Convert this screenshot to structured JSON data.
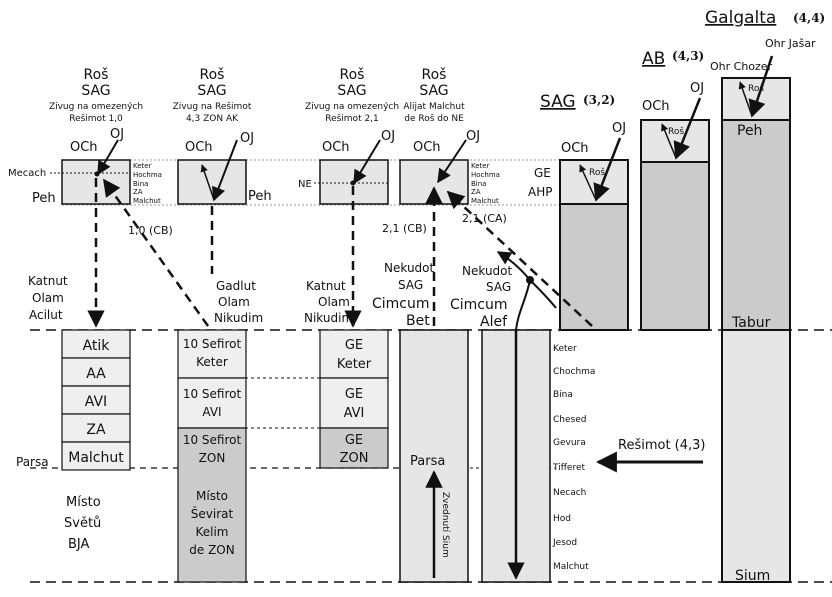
{
  "titles": {
    "galgalta": "Galgalta",
    "galgalta_num": "(4,4)",
    "ab": "AB",
    "ab_num": "(4,3)",
    "sag": "SAG",
    "sag_num": "(3,2)"
  },
  "labels": {
    "ros": "Roš",
    "sag": "SAG",
    "och": "OCh",
    "oj": "OJ",
    "peh": "Peh",
    "tabur": "Tabur",
    "sium": "Sium",
    "parsa": "Parsa",
    "mecach": "Mecach",
    "ne": "NE",
    "ge": "GE",
    "ahp": "AHP",
    "ohr_jasar": "Ohr Jašar",
    "ohr_chozer": "Ohr Chozer",
    "cb10": "1,0 (CB)",
    "cb21": "2,1 (CB)",
    "ca21": "2,1 (CA)",
    "resimot43": "Rešimot (4,3)",
    "zvednuti": "Zvednutí Sium"
  },
  "col1": {
    "desc1": "Zivug na omezených",
    "desc2": "Rešimot 1,0",
    "katnut": [
      "Katnut",
      "Olam",
      "Acilut"
    ],
    "parts": [
      "Atik",
      "AA",
      "AVI",
      "ZA",
      "Malchut"
    ],
    "misto": [
      "Místo",
      "Světů",
      "BJA"
    ]
  },
  "col2": {
    "desc1": "Zivug na Rešimot",
    "desc2": "4,3 ZON AK",
    "gadlut": [
      "Gadlut",
      "Olam",
      "Nikudim"
    ],
    "blocks": [
      [
        "10 Sefirot",
        "Keter"
      ],
      [
        "10 Sefirot",
        "AVI"
      ],
      [
        "10 Sefirot",
        "ZON"
      ]
    ],
    "misto": [
      "Místo",
      "Ševirat",
      "Kelim",
      "de ZON"
    ]
  },
  "col3": {
    "desc1": "Zivug na omezených",
    "desc2": "Rešimot 2,1",
    "katnut": [
      "Katnut",
      "Olam",
      "Nikudim"
    ],
    "blocks": [
      [
        "GE",
        "Keter"
      ],
      [
        "GE",
        "AVI"
      ],
      [
        "GE",
        "ZON"
      ]
    ]
  },
  "col4": {
    "desc1": "Alijat Malchut",
    "desc2": "de Roš do NE",
    "nekudot": [
      "Nekudot",
      "SAG"
    ],
    "cimcum": [
      "Cimcum",
      "Bet"
    ]
  },
  "col5": {
    "nekudot": [
      "Nekudot",
      "SAG"
    ],
    "cimcum": [
      "Cimcum",
      "Alef"
    ]
  },
  "sefirot_small": [
    "Keter",
    "Hochma",
    "Bina",
    "ZA",
    "Malchut"
  ],
  "sefirot_list": [
    "Keter",
    "Chochma",
    "Bina",
    "Chesed",
    "Gevura",
    "Tifferet",
    "Necach",
    "Hod",
    "Jesod",
    "Malchut"
  ]
}
